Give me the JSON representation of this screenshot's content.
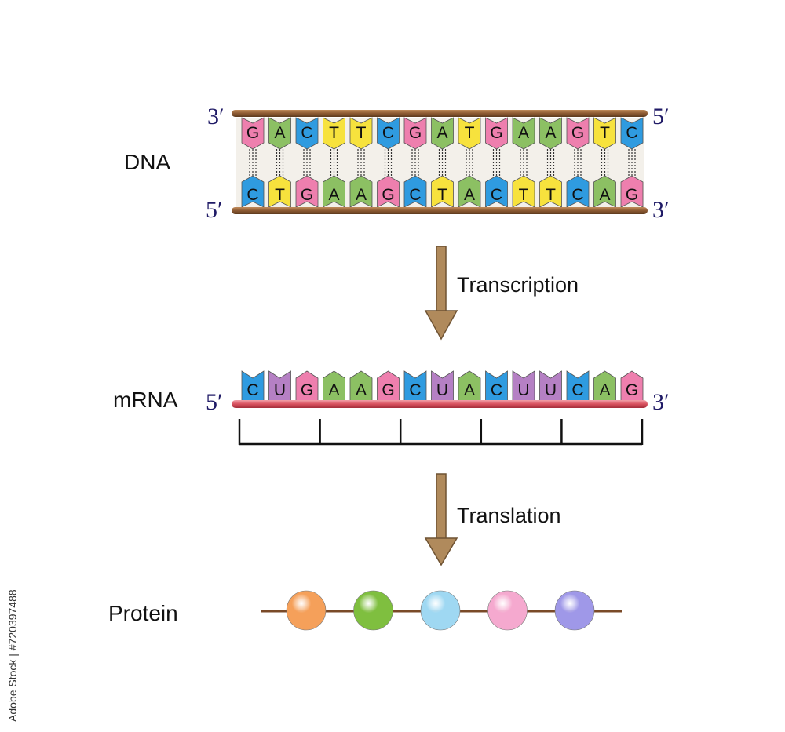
{
  "labels": {
    "dna": "DNA",
    "mrna": "mRNA",
    "protein": "Protein",
    "transcription": "Transcription",
    "translation": "Translation"
  },
  "ends": {
    "dna_top_left": "3′",
    "dna_top_right": "5′",
    "dna_bottom_left": "5′",
    "dna_bottom_right": "3′",
    "mrna_left": "5′",
    "mrna_right": "3′"
  },
  "dna_top_strand": [
    "G",
    "A",
    "C",
    "T",
    "T",
    "C",
    "G",
    "A",
    "T",
    "G",
    "A",
    "A",
    "G",
    "T",
    "C"
  ],
  "dna_bottom_strand": [
    "C",
    "T",
    "G",
    "A",
    "A",
    "G",
    "C",
    "T",
    "A",
    "C",
    "T",
    "T",
    "C",
    "A",
    "G"
  ],
  "mrna_strand": [
    "C",
    "U",
    "G",
    "A",
    "A",
    "G",
    "C",
    "U",
    "A",
    "C",
    "U",
    "U",
    "C",
    "A",
    "G"
  ],
  "codon_count": 5,
  "base_colors": {
    "A": "#8cc063",
    "C": "#2f9be0",
    "G": "#ee7fae",
    "T": "#f7e23d",
    "U": "#b580c4"
  },
  "amino_acid_colors": [
    "#f5a05a",
    "#7fbf3f",
    "#9fd8f2",
    "#f5a9cf",
    "#9f98e8"
  ],
  "strand_colors": {
    "dna_backbone": "#8c5a32",
    "mrna_backbone": "#d8505e",
    "arrow": "#b08a5c"
  },
  "watermark_side": "Adobe Stock | #720397488"
}
